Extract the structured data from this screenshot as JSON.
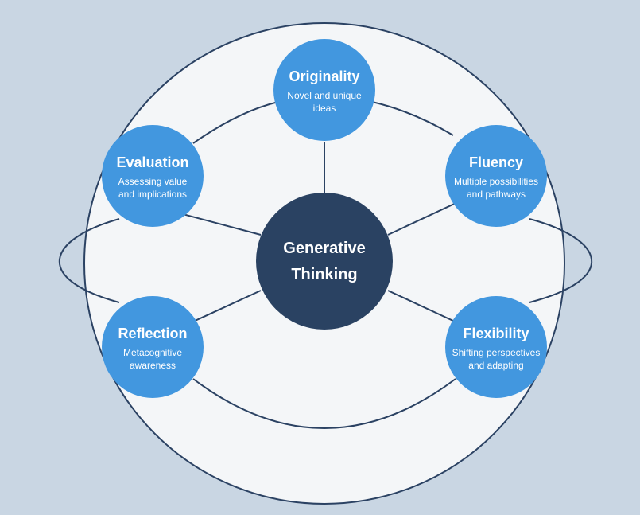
{
  "colors": {
    "background": "#c9d6e3",
    "outer_fill": "#f4f6f8",
    "stroke": "#2b4263",
    "center_fill": "#2a4262",
    "node_fill": "#4297df",
    "text": "#ffffff"
  },
  "center": {
    "line1": "Generative",
    "line2": "Thinking"
  },
  "nodes": [
    {
      "id": "originality",
      "title": "Originality",
      "line1": "Novel and unique",
      "line2": "ideas"
    },
    {
      "id": "fluency",
      "title": "Fluency",
      "line1": "Multiple possibilities",
      "line2": "and pathways"
    },
    {
      "id": "flexibility",
      "title": "Flexibility",
      "line1": "Shifting perspectives",
      "line2": "and adapting"
    },
    {
      "id": "reflection",
      "title": "Reflection",
      "line1": "Metacognitive",
      "line2": "awareness"
    },
    {
      "id": "evaluation",
      "title": "Evaluation",
      "line1": "Assessing value",
      "line2": "and implications"
    }
  ]
}
